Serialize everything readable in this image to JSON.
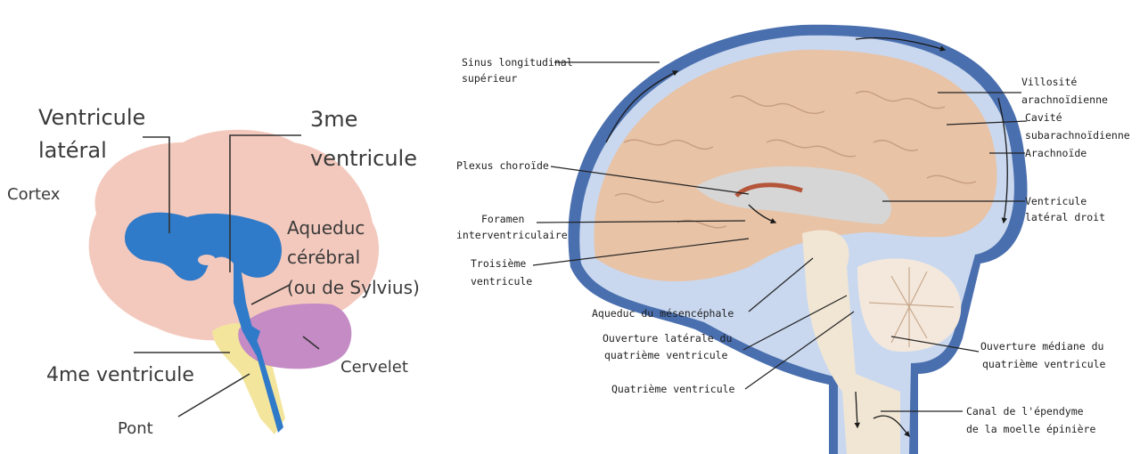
{
  "left_diagram": {
    "labels": {
      "ventricule_lateral": [
        "Ventricule",
        "latéral"
      ],
      "troisieme_ventricule": [
        "3me",
        "ventricule"
      ],
      "cortex": "Cortex",
      "aqueduc_cerebral": [
        "Aqueduc",
        "cérébral",
        "(ou de Sylvius)"
      ],
      "quatrieme_ventricule": "4me ventricule",
      "cervelet": "Cervelet",
      "pont": "Pont"
    },
    "colors": {
      "cortex": "#f4c9bd",
      "ventricles": "#2f7ac9",
      "cerebellum": "#c48bc5",
      "brainstem": "#f3e59c"
    }
  },
  "right_diagram": {
    "labels": {
      "sinus": [
        "Sinus longitudinal",
        "supérieur"
      ],
      "villosite": [
        "Villosité",
        "arachnoïdienne"
      ],
      "cavite": [
        "Cavité",
        "subarachnoïdienne"
      ],
      "arachnoide": "Arachnoïde",
      "plexus": "Plexus choroïde",
      "foramen": [
        "Foramen",
        "interventriculaire"
      ],
      "ventricule_lateral_droit": [
        "Ventricule",
        "latéral droit"
      ],
      "troisieme": [
        "Troisième",
        "ventricule"
      ],
      "aqueduc": "Aqueduc du mésencéphale",
      "ouverture_laterale": [
        "Ouverture latérale du",
        "quatrième ventricule"
      ],
      "ouverture_mediane": [
        "Ouverture médiane du",
        "quatrième ventricule"
      ],
      "quatrieme": "Quatrième ventricule",
      "canal": [
        "Canal de l'épendyme",
        "de la moelle épinière"
      ]
    },
    "colors": {
      "brain": "#e8c3a6",
      "meninges": "#4a6fae",
      "csf": "#c9d8ef",
      "choroid": "#b5553a"
    }
  }
}
